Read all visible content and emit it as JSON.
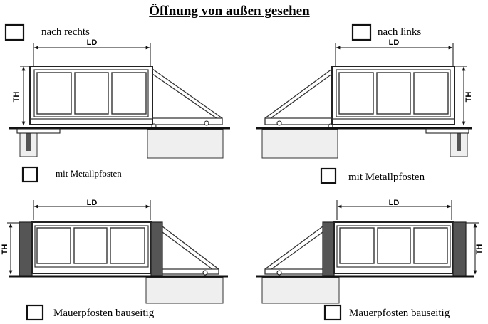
{
  "title": "Öffnung von außen gesehen",
  "options": [
    {
      "label": "nach rechts"
    },
    {
      "label": "nach links"
    },
    {
      "label": "mit Metallpfosten"
    },
    {
      "label": "mit Metallpfosten"
    },
    {
      "label": "Mauerpfosten bauseitig"
    },
    {
      "label": "Mauerpfosten bauseitig"
    }
  ],
  "dimensions": {
    "width_label": "LD",
    "height_label": "TH"
  }
}
